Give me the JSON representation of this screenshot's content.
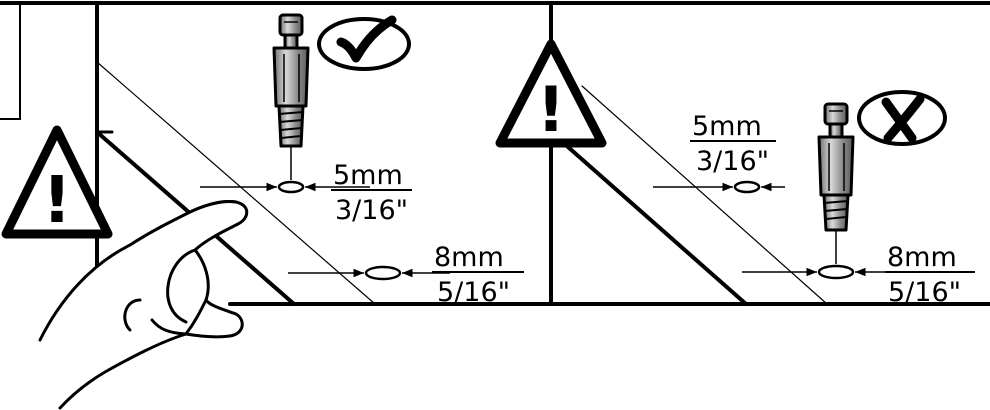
{
  "colors": {
    "ink": "#000000",
    "paper": "#ffffff",
    "dowel_body": "#8a8a8a",
    "dowel_highlight": "#d9d9d9"
  },
  "panels": [
    {
      "id": "correct",
      "status_icon": "checkmark-icon",
      "warning_icon": "warning-triangle-icon",
      "small_hole": {
        "metric": "5mm",
        "imperial": "3/16\""
      },
      "large_hole": {
        "metric": "8mm",
        "imperial": "5/16\""
      }
    },
    {
      "id": "incorrect",
      "status_icon": "cross-icon",
      "warning_icon": "warning-triangle-icon",
      "small_hole": {
        "metric": "5mm",
        "imperial": "3/16\""
      },
      "large_hole": {
        "metric": "8mm",
        "imperial": "5/16\""
      }
    }
  ],
  "warning_symbol": "!",
  "hand_icon": "pointing-hand-icon"
}
